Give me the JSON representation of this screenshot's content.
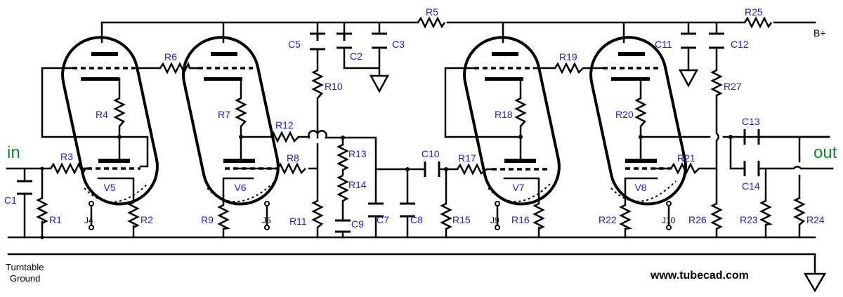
{
  "labels": {
    "input": "in",
    "output": "out",
    "supply": "B+",
    "ground_note_line1": "Turntable",
    "ground_note_line2": "Ground",
    "website": "www.tubecad.com"
  },
  "tubes": [
    "V5",
    "V6",
    "V7",
    "V8"
  ],
  "jacks": [
    "J4",
    "J5",
    "J9",
    "J10"
  ],
  "resistors": [
    "R1",
    "R2",
    "R3",
    "R4",
    "R5",
    "R6",
    "R7",
    "R8",
    "R9",
    "R10",
    "R11",
    "R12",
    "R13",
    "R14",
    "R15",
    "R16",
    "R17",
    "R18",
    "R19",
    "R20",
    "R21",
    "R22",
    "R23",
    "R24",
    "R25",
    "R26",
    "R27"
  ],
  "capacitors": [
    "C1",
    "C2",
    "C3",
    "C5",
    "C7",
    "C8",
    "C9",
    "C10",
    "C11",
    "C12",
    "C13",
    "C14"
  ],
  "colors": {
    "component_label": "#1a1ae6",
    "io_label": "#0c8a2a",
    "wire": "#000000"
  }
}
